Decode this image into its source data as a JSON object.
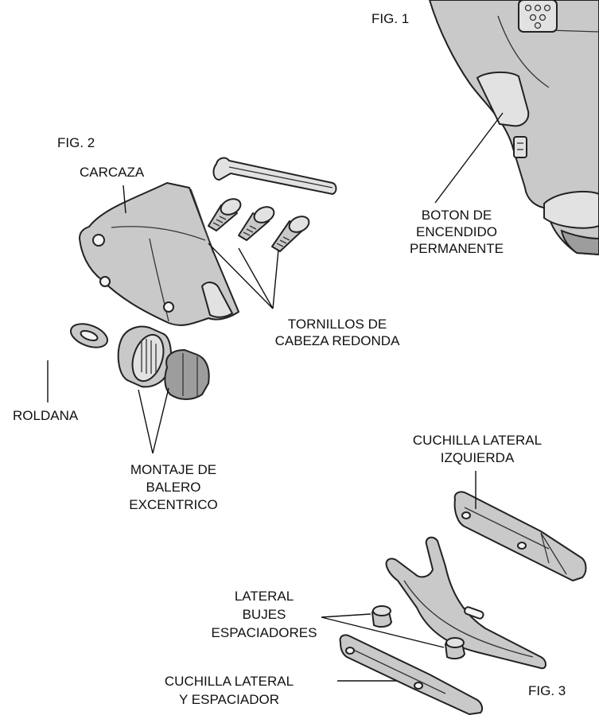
{
  "figures": {
    "fig1": "FIG. 1",
    "fig2": "FIG. 2",
    "fig3": "FIG. 3"
  },
  "labels": {
    "carcaza": "CARCAZA",
    "boton_1": "BOTON DE",
    "boton_2": "ENCENDIDO",
    "boton_3": "PERMANENTE",
    "tornillos_1": "TORNILLOS DE",
    "tornillos_2": "CABEZA REDONDA",
    "roldana": "ROLDANA",
    "montaje_1": "MONTAJE DE",
    "montaje_2": "BALERO",
    "montaje_3": "EXCENTRICO",
    "cuchilla_izq_1": "CUCHILLA LATERAL",
    "cuchilla_izq_2": "IZQUIERDA",
    "bujes_1": "LATERAL",
    "bujes_2": "BUJES",
    "bujes_3": "ESPACIADORES",
    "cuchilla_esp_1": "CUCHILLA LATERAL",
    "cuchilla_esp_2": "Y ESPACIADOR"
  }
}
